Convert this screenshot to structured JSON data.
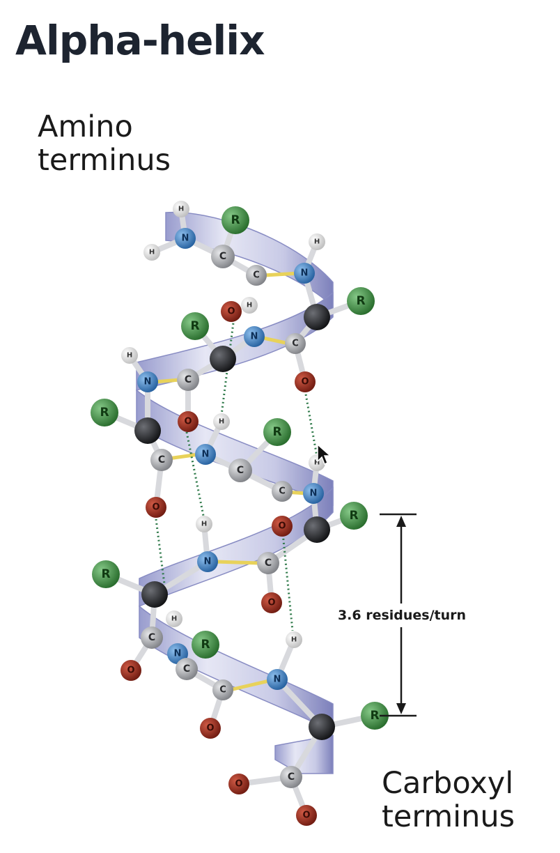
{
  "title": "Alpha-helix",
  "labels": {
    "amino_line1": "Amino",
    "amino_line2": "terminus",
    "carboxyl_line1": "Carboxyl",
    "carboxyl_line2": "terminus",
    "turn_annotation": "3.6 residues/turn"
  },
  "atom_symbols": {
    "hydrogen": "H",
    "nitrogen": "N",
    "carbon": "C",
    "oxygen": "O",
    "side_chain": "R"
  },
  "colors": {
    "ribbon": "#c9cbe6",
    "ribbon_dark": "#7c80bd",
    "hydrogen": "#f2f2f2",
    "nitrogen": "#3c7fc4",
    "carbon": "#a5a7ab",
    "alpha_carbon": "#222326",
    "oxygen": "#9a2a1c",
    "side_chain": "#3d8f41",
    "hbond": "#2f7a4a",
    "peptide_bond": "#e8d25a"
  }
}
